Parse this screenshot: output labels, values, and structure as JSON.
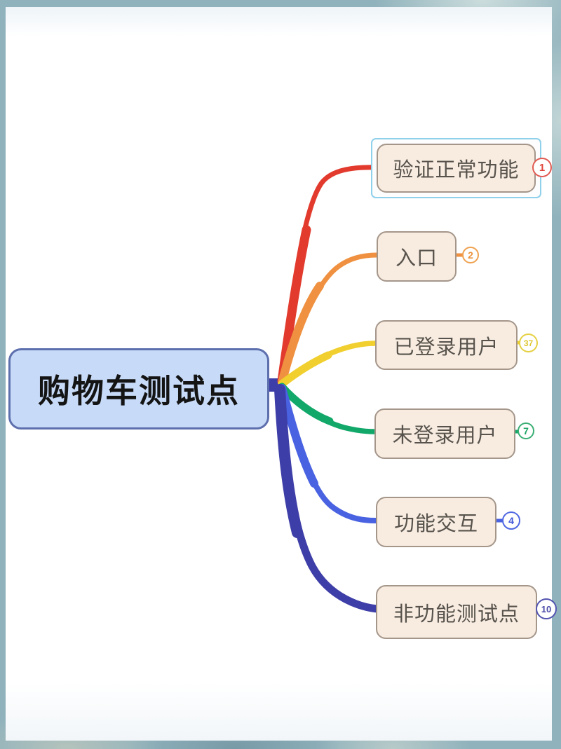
{
  "app": {
    "frame_color": "#90b2bc",
    "canvas_color": "#ffffff"
  },
  "mindmap": {
    "root": {
      "label": "购物车测试点",
      "fill": "#c7daf7",
      "border_color": "#5e6fae"
    },
    "branches": [
      {
        "label": "验证正常功能",
        "badge": "1",
        "color": "#e23b2e",
        "selected": true,
        "node_fill": "#f8ece1"
      },
      {
        "label": "入口",
        "badge": "2",
        "color": "#ef9140",
        "selected": false,
        "node_fill": "#f8ece1"
      },
      {
        "label": "已登录用户",
        "badge": "37",
        "color": "#f0cf2f",
        "selected": false,
        "node_fill": "#f8ece1"
      },
      {
        "label": "未登录用户",
        "badge": "7",
        "color": "#12a869",
        "selected": false,
        "node_fill": "#f8ece1"
      },
      {
        "label": "功能交互",
        "badge": "4",
        "color": "#4962e1",
        "selected": false,
        "node_fill": "#f8ece1"
      },
      {
        "label": "非功能测试点",
        "badge": "10",
        "color": "#3e3ea8",
        "selected": false,
        "node_fill": "#f8ece1"
      }
    ]
  }
}
